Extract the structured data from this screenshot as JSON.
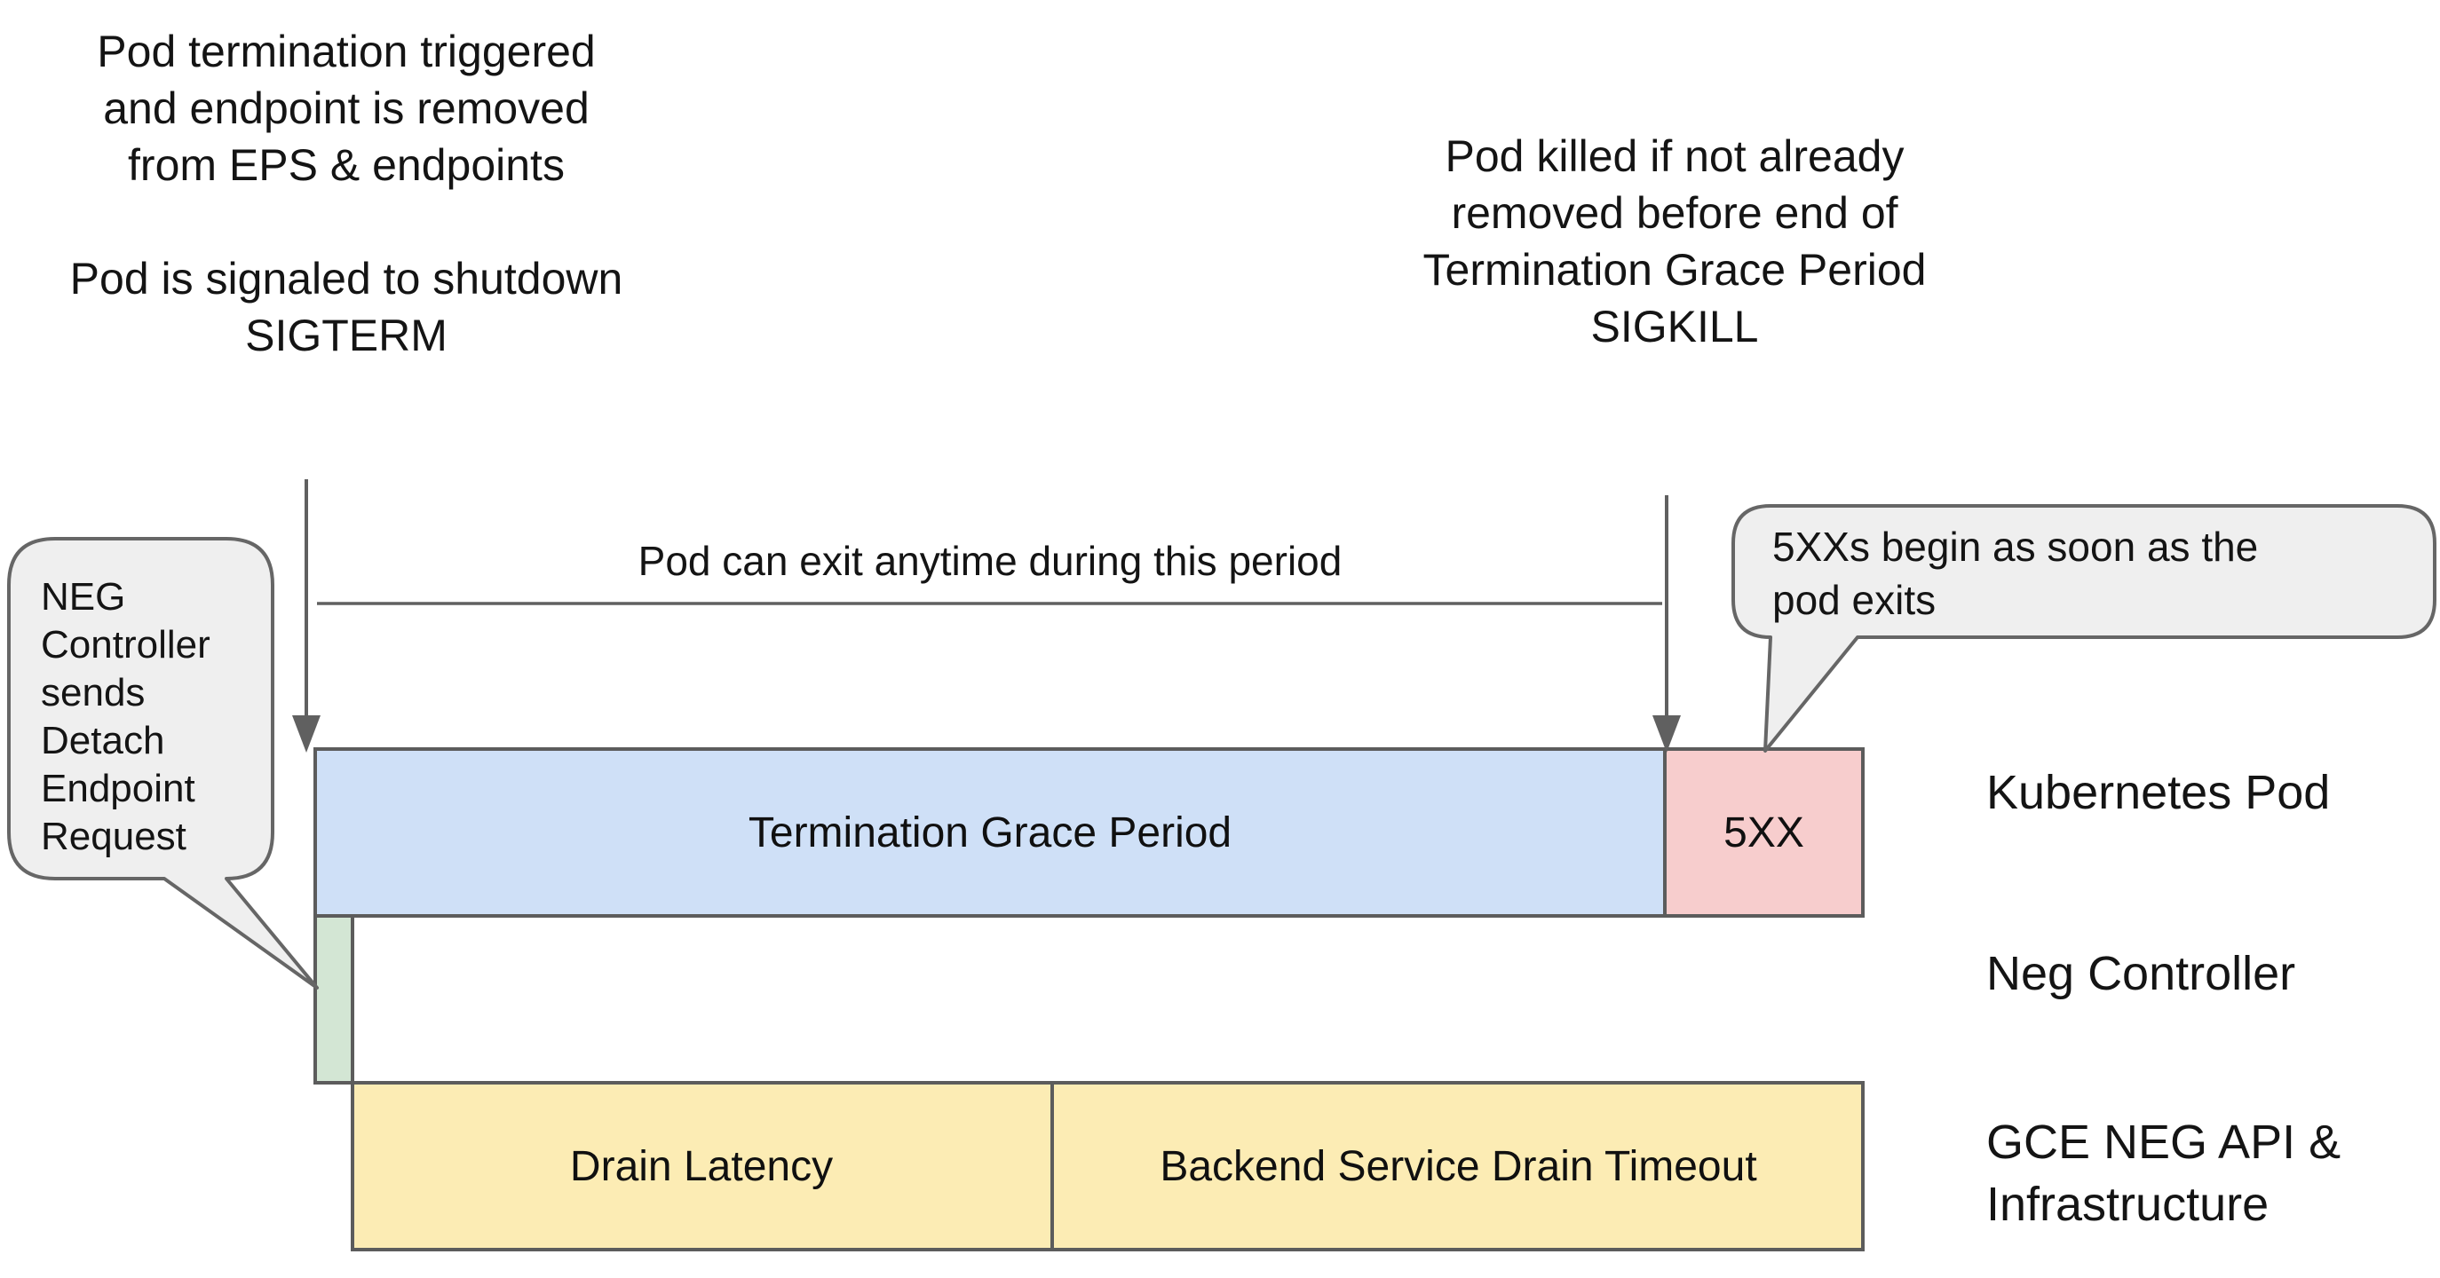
{
  "notes": {
    "pod_termination": {
      "lines": [
        "Pod termination triggered",
        "and endpoint is removed",
        "from EPS & endpoints",
        "",
        "Pod is signaled to shutdown",
        "SIGTERM"
      ]
    },
    "pod_killed": {
      "lines": [
        "Pod killed if not already",
        "removed before end of",
        "Termination Grace Period",
        "SIGKILL"
      ]
    },
    "exit_period_caption": "Pod can exit anytime during this period"
  },
  "callouts": {
    "neg_controller": {
      "lines": [
        "NEG",
        "Controller",
        "sends",
        "Detach",
        "Endpoint",
        "Request"
      ]
    },
    "five_xx": {
      "lines": [
        "5XXs begin as soon as the",
        "pod exits"
      ]
    }
  },
  "bars": {
    "termination_grace_period": "Termination Grace Period",
    "five_xx": "5XX",
    "drain_latency": "Drain Latency",
    "backend_service_drain_timeout": "Backend Service Drain Timeout"
  },
  "row_labels": {
    "kubernetes_pod": "Kubernetes Pod",
    "neg_controller": "Neg Controller",
    "gce_line1": "GCE NEG API &",
    "gce_line2": "Infrastructure"
  },
  "colors": {
    "grace_period_fill": "#cfe0f7",
    "five_xx_fill": "#f7cdcd",
    "detach_fill": "#d3e6d4",
    "drain_fill": "#fcecb4",
    "callout_fill": "#efefef",
    "outline": "#5c5c5c",
    "arrow": "#606060",
    "text": "#141414"
  }
}
